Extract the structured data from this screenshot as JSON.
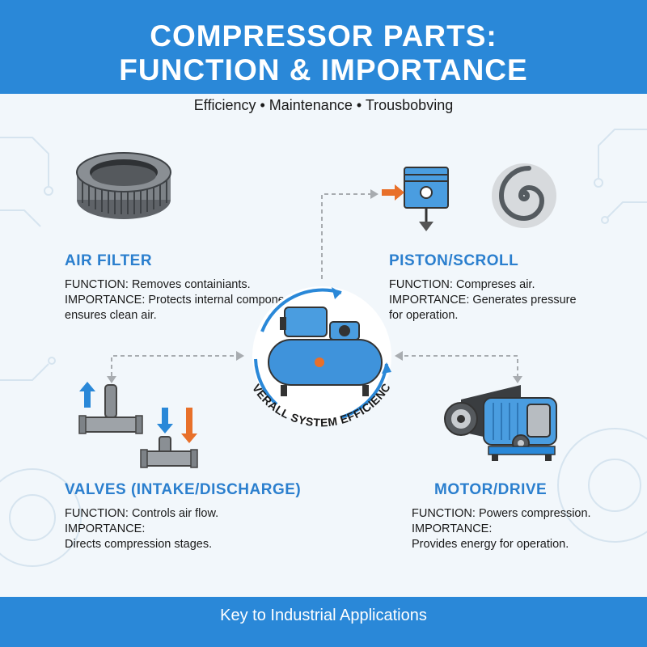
{
  "header": {
    "title_line1": "COMPRESSOR PARTS:",
    "title_line2": "FUNCTION & IMPORTANCE",
    "subtitle": "Efficiency • Maintenance • Trousbobving"
  },
  "center": {
    "label": "OVERALL SYSTEM EFFICIENCY"
  },
  "parts": {
    "air_filter": {
      "title": "AIR FILTER",
      "line1": "FUNCTION: Removes containiants.",
      "line2": "IMPORTANCE: Protects internal components",
      "line3": "ensures clean air."
    },
    "piston_scroll": {
      "title": "PISTON/SCROLL",
      "line1": "FUNCTION: Compreses air.",
      "line2": "IMPORTANCE: Generates pressure",
      "line3": "for operation."
    },
    "valves": {
      "title": "VALVES (INTAKE/DISCHARGE)",
      "line1": "FUNCTION: Controls air flow.",
      "line2": "IMPORTANCE:",
      "line3": "Directs compression stages."
    },
    "motor_drive": {
      "title": "MOTOR/DRIVE",
      "line1": "FUNCTION: Powers compression.",
      "line2": "IMPORTANCE:",
      "line3": "Provides energy for operation."
    }
  },
  "footer": {
    "text": "Key to Industrial Applications"
  },
  "colors": {
    "brand_blue": "#2a88d8",
    "title_blue": "#2b7fce",
    "accent_orange": "#e8702a"
  },
  "icons": [
    "air-filter-icon",
    "piston-icon",
    "scroll-icon",
    "valves-icon",
    "motor-icon",
    "compressor-icon"
  ]
}
